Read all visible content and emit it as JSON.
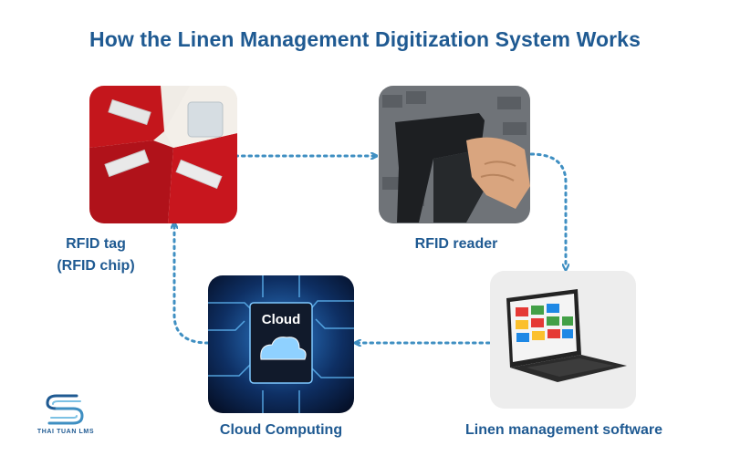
{
  "title": "How the Linen Management Digitization System Works",
  "nodes": {
    "rfid_tag": {
      "label_line1": "RFID tag",
      "label_line2": "(RFID chip)"
    },
    "rfid_reader": {
      "label": "RFID reader"
    },
    "software": {
      "label": "Linen management software"
    },
    "cloud": {
      "label": "Cloud Computing",
      "chip_text": "Cloud"
    }
  },
  "flow": [
    "RFID tag",
    "RFID reader",
    "Linen management software",
    "Cloud Computing",
    "RFID tag"
  ],
  "logo": {
    "text": "THAI TUAN LMS"
  },
  "colors": {
    "accent": "#1f5a92",
    "arrow": "#3f8fc2"
  }
}
